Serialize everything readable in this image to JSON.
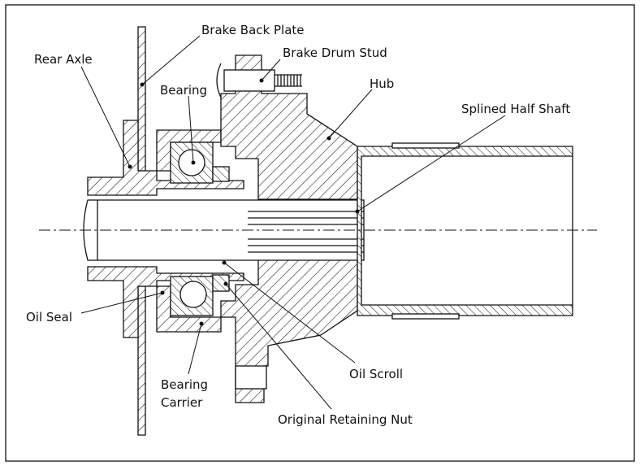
{
  "labels": {
    "brake_back_plate": "Brake Back Plate",
    "rear_axle": "Rear Axle",
    "brake_drum_stud": "Brake Drum Stud",
    "bearing": "Bearing",
    "hub": "Hub",
    "splined_half_shaft": "Splined Half Shaft",
    "oil_seal": "Oil Seal",
    "bearing_carrier_line1": "Bearing",
    "bearing_carrier_line2": "Carrier",
    "oil_scroll": "Oil Scroll",
    "original_retaining_nut": "Original Retaining Nut"
  },
  "colors": {
    "line": "#111111",
    "background": "#ffffff"
  },
  "hatch_style": "diagonal-45"
}
